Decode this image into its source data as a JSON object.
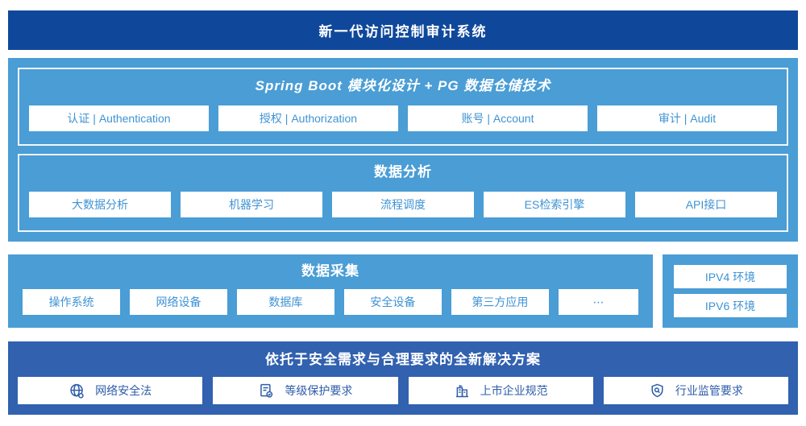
{
  "colors": {
    "banner_bg": "#0f489b",
    "section_bg": "#4a9dd5",
    "bottom_bg": "#3161af",
    "module_text": "#3e93d4",
    "solution_text": "#2d5ca9"
  },
  "banner": {
    "title": "新一代访问控制审计系统"
  },
  "architecture": {
    "spring": {
      "title": "Spring Boot 模块化设计 + PG 数据仓储技术",
      "modules": [
        "认证 | Authentication",
        "授权 | Authorization",
        "账号 | Account",
        "审计 | Audit"
      ]
    },
    "analysis": {
      "title": "数据分析",
      "modules": [
        "大数据分析",
        "机器学习",
        "流程调度",
        "ES检索引擎",
        "API接口"
      ]
    }
  },
  "collection": {
    "title": "数据采集",
    "modules": [
      "操作系统",
      "网络设备",
      "数据库",
      "安全设备",
      "第三方应用",
      "⋯"
    ]
  },
  "environments": {
    "items": [
      "IPV4 环境",
      "IPV6 环境"
    ]
  },
  "solution": {
    "title": "依托于安全需求与合理要求的全新解决方案",
    "items": [
      {
        "icon": "globe-icon",
        "label": "网络安全法"
      },
      {
        "icon": "document-check-icon",
        "label": "等级保护要求"
      },
      {
        "icon": "building-icon",
        "label": "上市企业规范"
      },
      {
        "icon": "shield-search-icon",
        "label": "行业监管要求"
      }
    ]
  }
}
